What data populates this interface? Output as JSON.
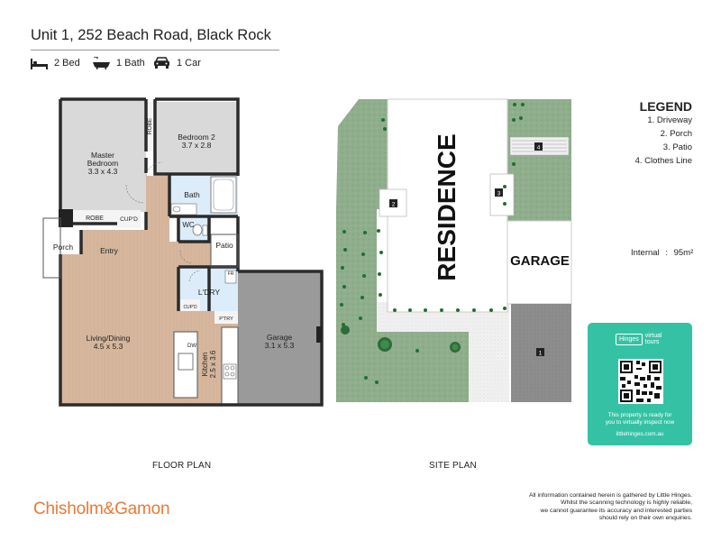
{
  "header": {
    "address": "Unit 1, 252 Beach Road, Black Rock",
    "features": [
      {
        "icon": "bed-icon",
        "label": "2 Bed"
      },
      {
        "icon": "bath-icon",
        "label": "1 Bath"
      },
      {
        "icon": "car-icon",
        "label": "1 Car"
      }
    ]
  },
  "floor_plan": {
    "label": "FLOOR PLAN",
    "rooms": {
      "master_name": "Master",
      "master_name2": "Bedroom",
      "master_dims": "3.3 x 4.3",
      "robe_vertical": "ROBE",
      "bedroom2_name": "Bedroom 2",
      "bedroom2_dims": "3.7 x 2.8",
      "bath": "Bath",
      "robe": "ROBE",
      "cupd_top": "CUP'D",
      "wc": "WC",
      "entry": "Entry",
      "porch": "Porch",
      "patio": "Patio",
      "laundry": "L'DRY",
      "cupd_laundry": "CUP'D",
      "ptry": "P'TRY",
      "fr": "FR",
      "living_name": "Living/Dining",
      "living_dims": "4.5 x 5.3",
      "dw": "DW",
      "kitchen_name": "Kitchen",
      "kitchen_dims": "2.5 x 3.6",
      "garage_name": "Garage",
      "garage_dims": "3.1 x 5.3"
    }
  },
  "site_plan": {
    "label": "SITE PLAN",
    "residence": "RESIDENCE",
    "garage": "GARAGE",
    "markers": [
      "1",
      "2",
      "3",
      "4"
    ]
  },
  "legend": {
    "title": "LEGEND",
    "items": [
      "1. Driveway",
      "2. Porch",
      "3. Patio",
      "4. Clothes Line"
    ]
  },
  "internal": {
    "label": "Internal",
    "sep": ":",
    "value": "95m²"
  },
  "virtual_tour": {
    "badge": "Hinges",
    "word1": "virtual",
    "word2": "tours",
    "text_line1": "This property is ready for",
    "text_line2": "you to virtually inspect now",
    "url": "littlehinges.com.au"
  },
  "brand": "Chisholm&Gamon",
  "disclaimer": [
    "All information contained herein is gathered by Little Hinges.",
    "Whilst the scanning technology is highly reliable,",
    "we cannot guarantee its accuracy and interested parties",
    "should rely on their own enquiries."
  ],
  "colors": {
    "timber": "#d6b79d",
    "room_grey": "#d9d9d9",
    "wet_blue": "#dcecf8",
    "garage_grey": "#9a9a9a",
    "lawn_green": "#8fae8c",
    "brand_orange": "#e87a35",
    "tour_teal": "#35c2a4"
  }
}
